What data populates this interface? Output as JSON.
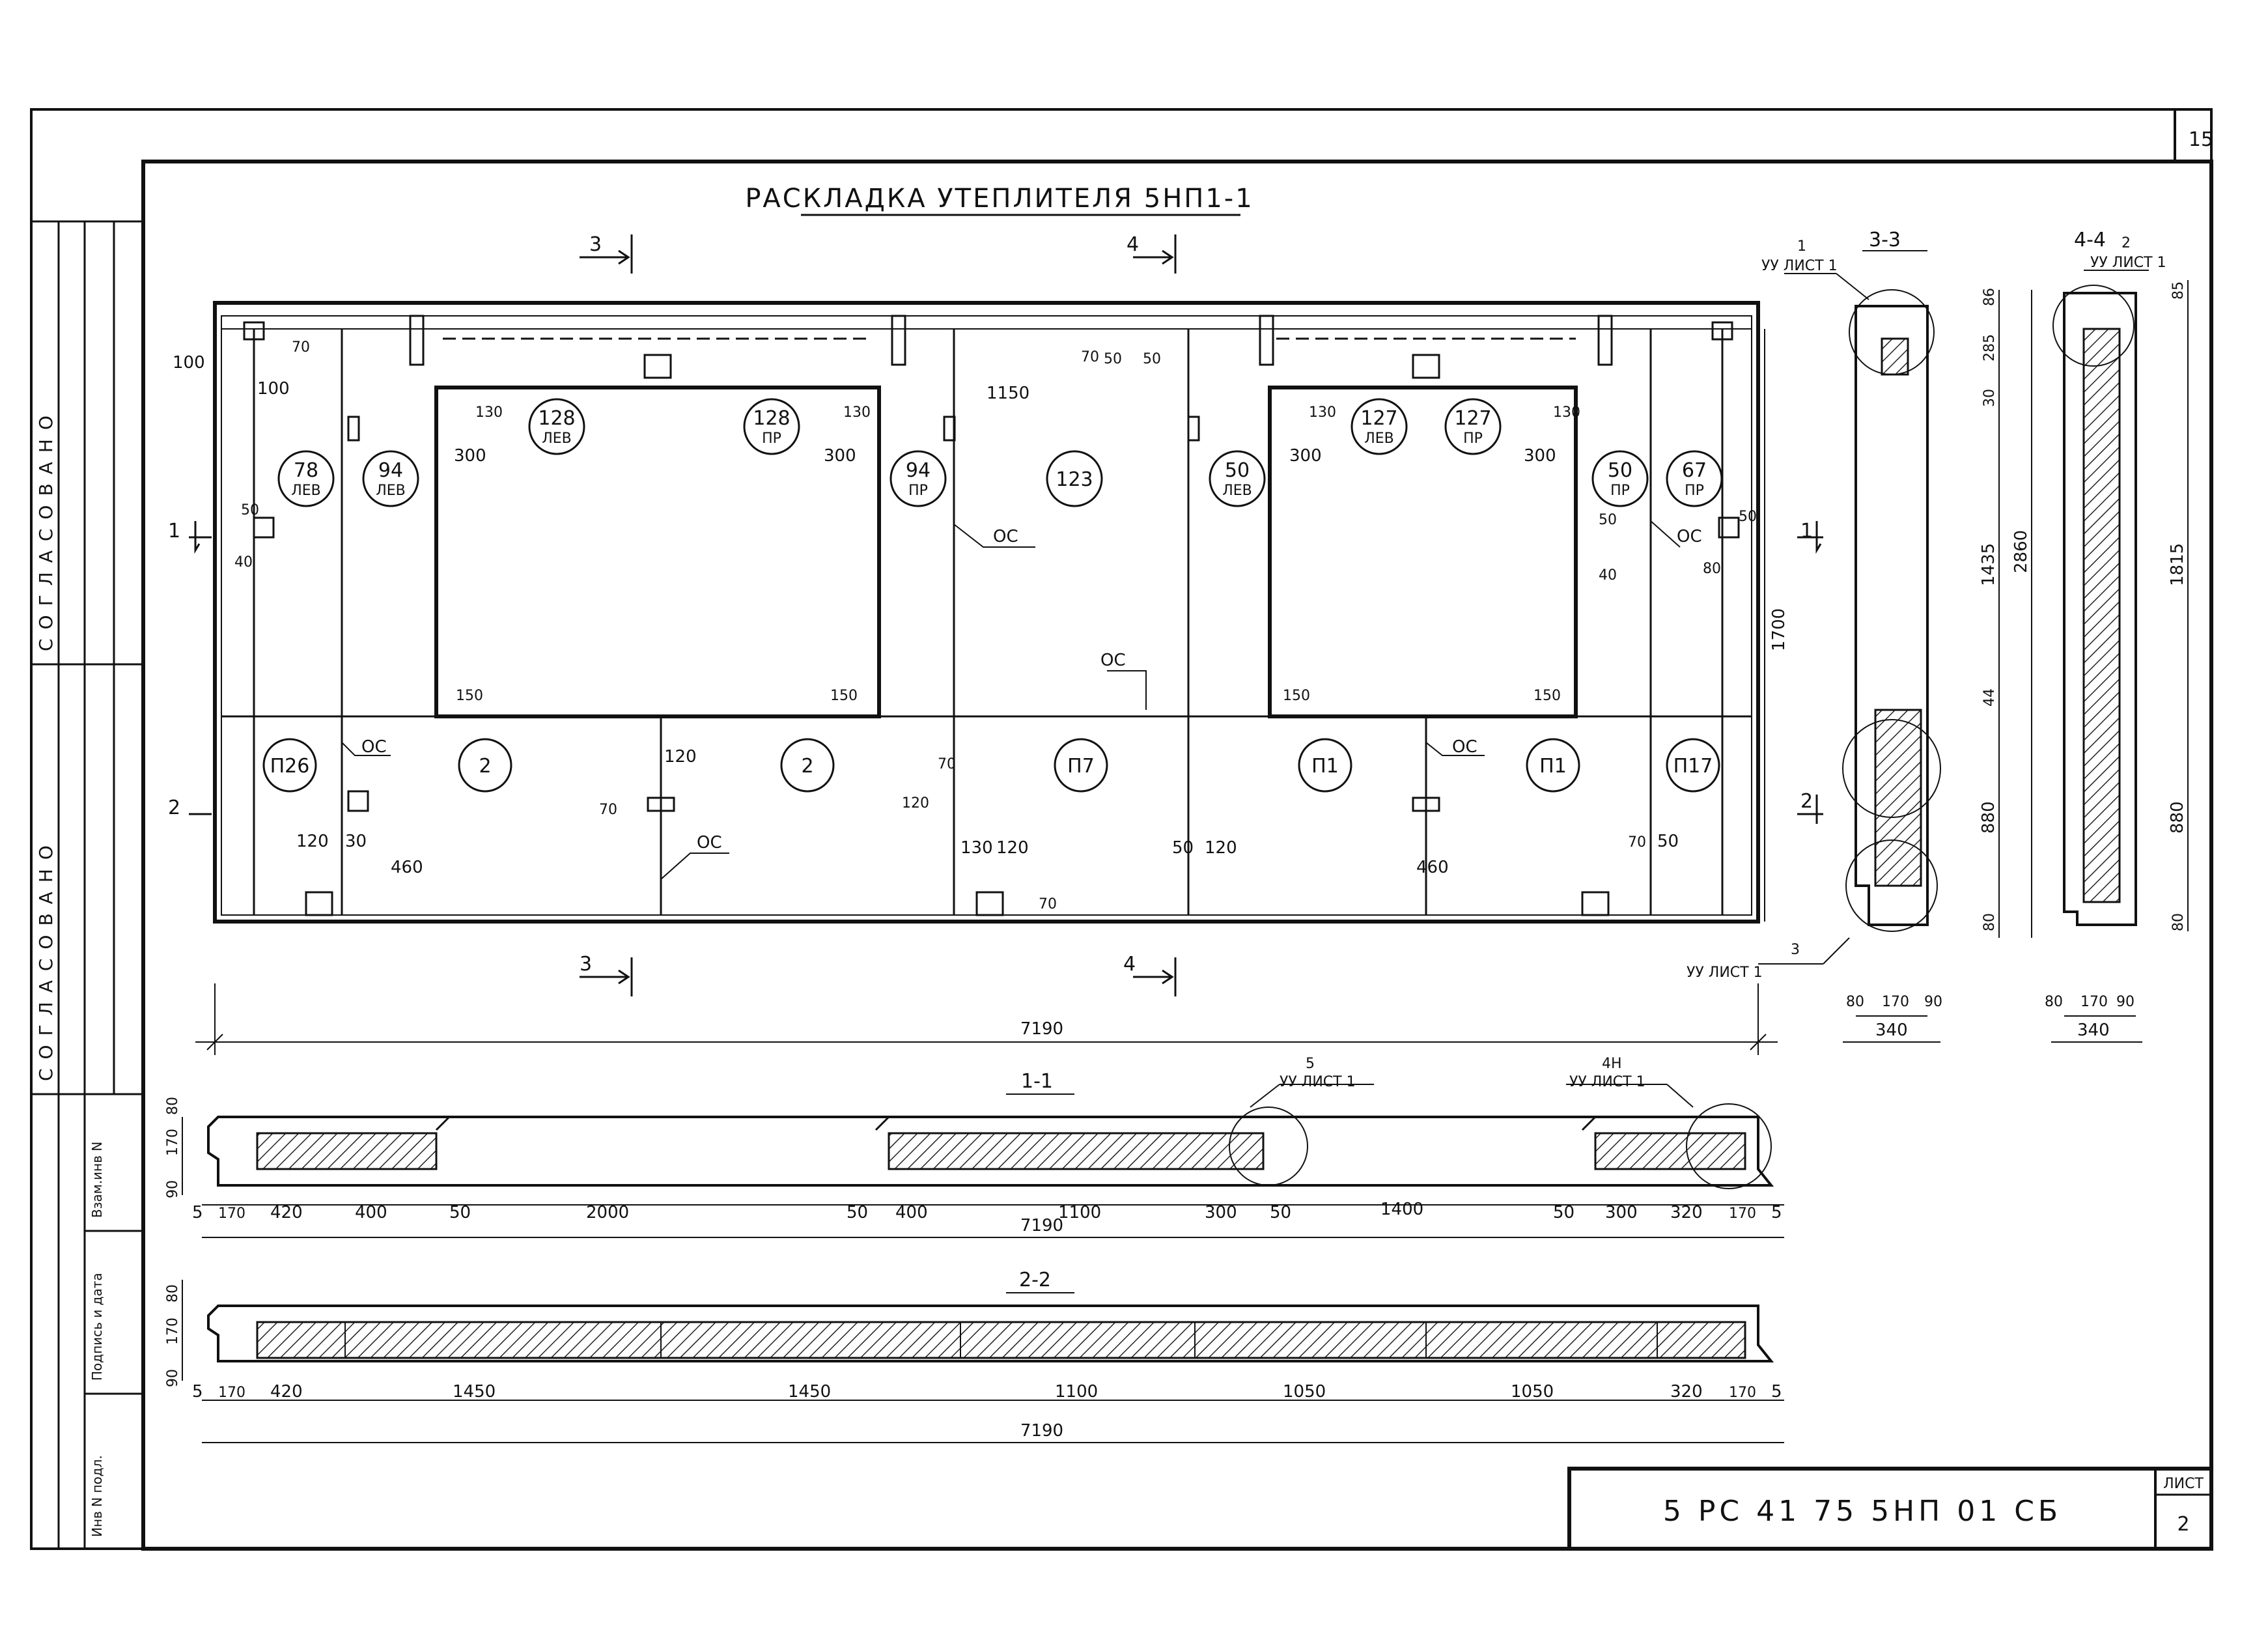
{
  "sheet_number_top": "15",
  "title": "РАСКЛАДКА УТЕПЛИТЕЛЯ 5НП1-1",
  "stamp": {
    "code": "5 РС 41 75   5НП 01 СБ",
    "sheet_label": "ЛИСТ",
    "sheet_value": "2"
  },
  "side_block": {
    "agreed_1": "СОГЛАСОВАНО",
    "agreed_2": "СОГЛАСОВАНО",
    "fields": [
      "Взам.инв N",
      "Подпись и дата",
      "Инв N подл."
    ]
  },
  "plan": {
    "section_marks": [
      "3",
      "4",
      "1",
      "2"
    ],
    "dims_top": [
      "100",
      "100",
      "70",
      "70",
      "50",
      "50",
      "1150",
      "130",
      "130",
      "300",
      "300",
      "130",
      "130",
      "300",
      "300",
      "50",
      "40",
      "50",
      "80",
      "50",
      "40"
    ],
    "dims_bottom": [
      "120",
      "30",
      "460",
      "120",
      "70",
      "120",
      "130",
      "120",
      "70",
      "50",
      "120",
      "460",
      "70",
      "50",
      "70",
      "150",
      "150",
      "150",
      "150",
      "1700"
    ],
    "overall": "7190",
    "panels": [
      {
        "num": "78",
        "sub": "ЛЕВ"
      },
      {
        "num": "94",
        "sub": "ЛЕВ"
      },
      {
        "num": "128",
        "sub": "ЛЕВ"
      },
      {
        "num": "128",
        "sub": "ПР"
      },
      {
        "num": "94",
        "sub": "ПР"
      },
      {
        "num": "123",
        "sub": ""
      },
      {
        "num": "50",
        "sub": "ЛЕВ"
      },
      {
        "num": "127",
        "sub": "ЛЕВ"
      },
      {
        "num": "127",
        "sub": "ПР"
      },
      {
        "num": "50",
        "sub": "ПР"
      },
      {
        "num": "67",
        "sub": "ПР"
      },
      {
        "num": "П26",
        "sub": ""
      },
      {
        "num": "2",
        "sub": ""
      },
      {
        "num": "2",
        "sub": ""
      },
      {
        "num": "П7",
        "sub": ""
      },
      {
        "num": "П1",
        "sub": ""
      },
      {
        "num": "П1",
        "sub": ""
      },
      {
        "num": "П17",
        "sub": ""
      }
    ],
    "os_label": "ОС"
  },
  "section_33": {
    "title": "3-3",
    "callout_top": {
      "num": "1",
      "ref": "УУ ЛИСТ 1"
    },
    "callout_bottom": {
      "num": "3",
      "ref": "УУ ЛИСТ 1"
    },
    "dims_vertical": [
      "86",
      "285",
      "30",
      "1435",
      "44",
      "880",
      "80",
      "2860"
    ],
    "dims_bottom": [
      "80",
      "170",
      "90",
      "340"
    ]
  },
  "section_44": {
    "title": "4-4",
    "callout_top": {
      "num": "2",
      "ref": "УУ ЛИСТ 1"
    },
    "dims_vertical": [
      "85",
      "1815",
      "880",
      "80"
    ],
    "dims_bottom": [
      "80",
      "170",
      "90",
      "340"
    ]
  },
  "section_11": {
    "title": "1-1",
    "callout_a": {
      "num": "5",
      "ref": "УУ ЛИСТ 1"
    },
    "callout_b": {
      "num": "4Н",
      "ref": "УУ ЛИСТ 1"
    },
    "dims_left": [
      "80",
      "170",
      "90"
    ],
    "dims": [
      "5",
      "170",
      "420",
      "400",
      "50",
      "2000",
      "50",
      "400",
      "1100",
      "300",
      "50",
      "1400",
      "50",
      "300",
      "320",
      "170",
      "5"
    ],
    "overall": "7190"
  },
  "section_22": {
    "title": "2-2",
    "dims_left": [
      "80",
      "170",
      "90"
    ],
    "dims": [
      "5",
      "170",
      "420",
      "1450",
      "1450",
      "1100",
      "1050",
      "1050",
      "320",
      "170",
      "5"
    ],
    "overall": "7190"
  }
}
